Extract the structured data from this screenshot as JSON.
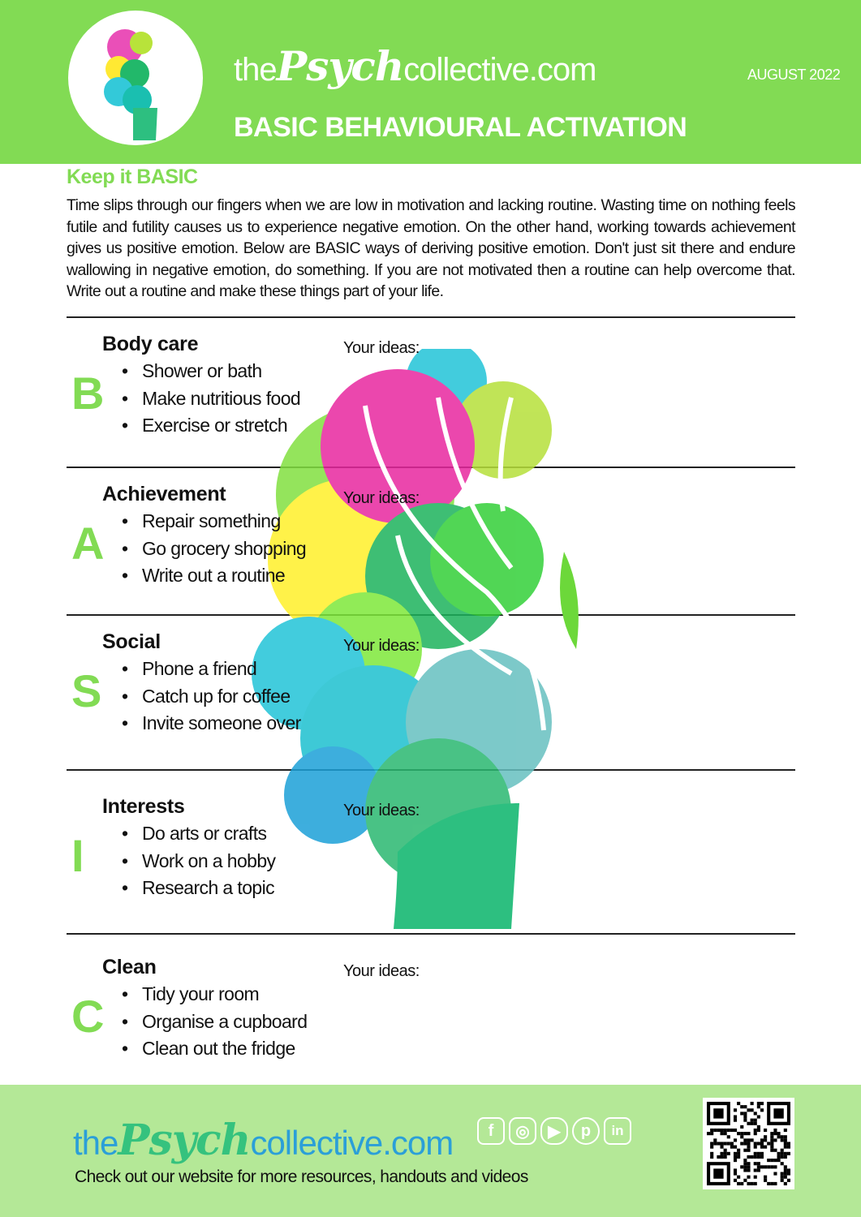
{
  "header": {
    "brand_pre": "the",
    "brand_script": "Psych",
    "brand_post": "collective.com",
    "title": "BASIC BEHAVIOURAL ACTIVATION",
    "date": "AUGUST 2022"
  },
  "intro": {
    "heading": "Keep it BASIC",
    "text": "Time slips through our fingers when we are low in motivation and lacking routine. Wasting time on nothing feels futile and futility causes us to experience negative emotion. On the other hand, working towards achievement gives us positive emotion. Below are BASIC ways of deriving positive emotion. Don't just sit there and endure wallowing in negative emotion, do something. If you are not motivated then a routine can help overcome that.  Write out a routine and make these things part of your life."
  },
  "sections": [
    {
      "letter": "B",
      "title": "Body care",
      "items": [
        "Shower or bath",
        "Make nutritious food",
        "Exercise or stretch"
      ],
      "ideas": "Your ideas:"
    },
    {
      "letter": "A",
      "title": "Achievement",
      "items": [
        "Repair something",
        "Go grocery shopping",
        "Write out a routine"
      ],
      "ideas": "Your ideas:"
    },
    {
      "letter": "S",
      "title": "Social",
      "items": [
        "Phone a friend",
        "Catch up for coffee",
        "Invite someone over"
      ],
      "ideas": "Your ideas:"
    },
    {
      "letter": "I",
      "title": "Interests",
      "items": [
        "Do arts or crafts",
        "Work on a hobby",
        "Research a topic"
      ],
      "ideas": "Your ideas:"
    },
    {
      "letter": "C",
      "title": "Clean",
      "items": [
        "Tidy your room",
        "Organise a cupboard",
        "Clean out the fridge"
      ],
      "ideas": "Your ideas:"
    }
  ],
  "footer": {
    "brand_pre": "the",
    "brand_script": "Psych",
    "brand_post": "collective.com",
    "tagline": "Check out our website for more resources, handouts and videos",
    "socials": [
      "facebook-icon",
      "instagram-icon",
      "youtube-icon",
      "pinterest-icon",
      "linkedin-icon"
    ]
  },
  "colors": {
    "accent": "#82db54",
    "footer_bg": "#b4e897"
  }
}
